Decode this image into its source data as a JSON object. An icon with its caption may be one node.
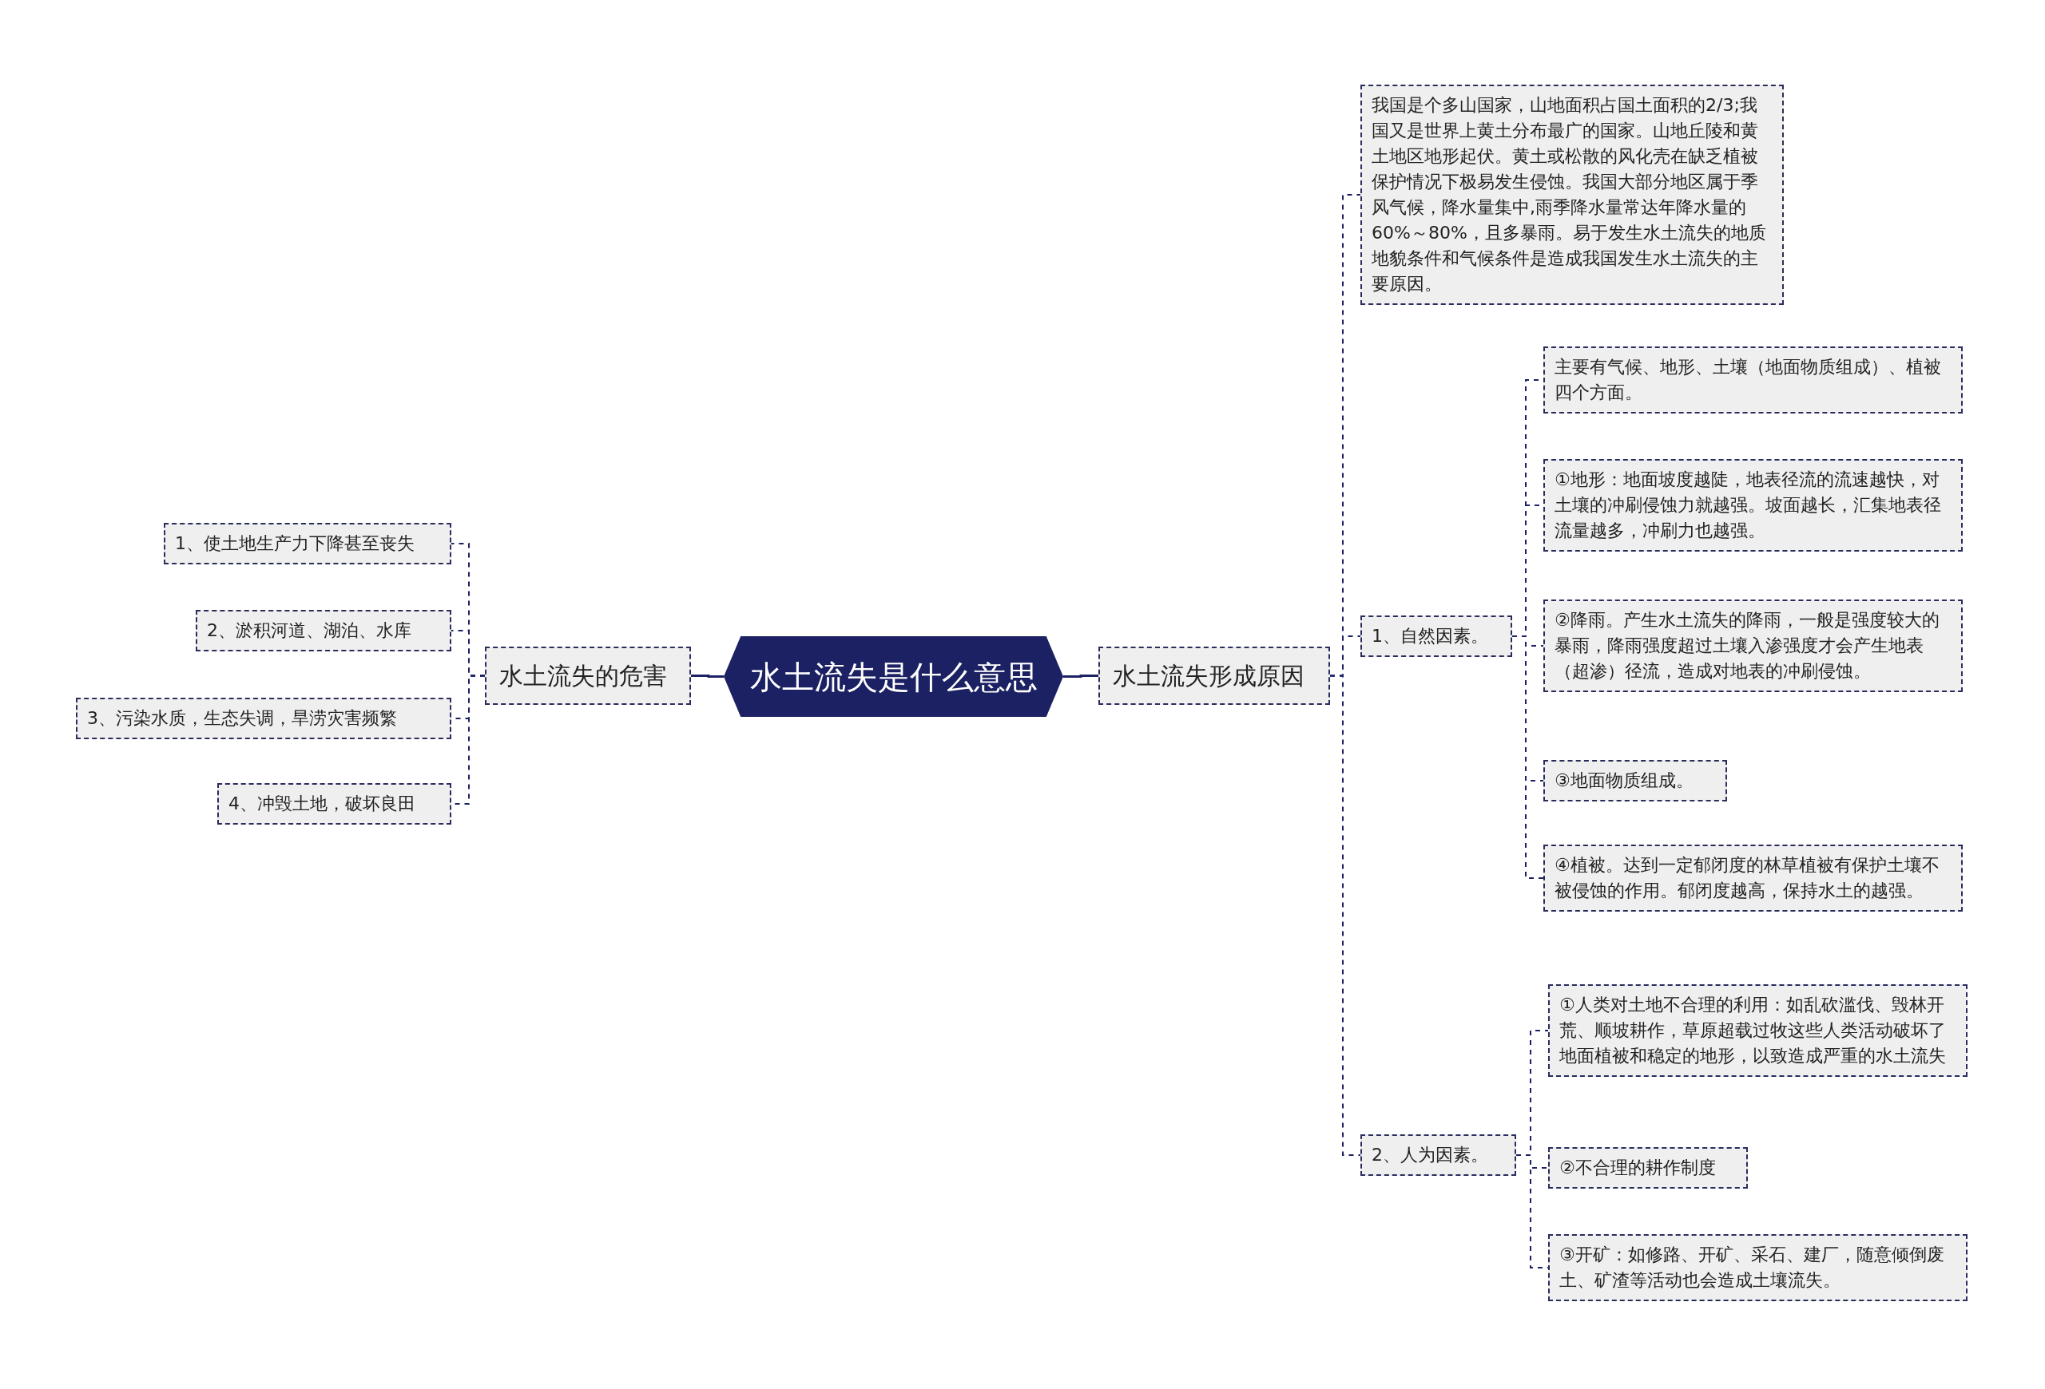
{
  "diagram": {
    "nodes": [
      {
        "text": [
          "水土流失是什么意思"
        ]
      },
      {
        "text": [
          "水土流失形成原因"
        ]
      },
      {
        "text": [
          "我国是个多山国家，山地面积占国土面积的2/3;我国又是世界上黄土分布最广的国家。山地丘陵和黄土地区地形起伏。黄土或松散的风化壳在缺乏植被保护情况下极易发生侵蚀。我国大部分地区属于季风气候，降水量集中,雨季降水量常达年降水量的60%～80%，且多暴雨。易于发生水土流失的地质地貌条件和气候条件是造成我国发生水土流失的主要原因。"
        ]
      },
      {
        "text": [
          "1、自然因素。"
        ]
      },
      {
        "text": [
          "主要有气候、地形、土壤（地面物质组成）、植被四个方面。"
        ]
      },
      {
        "text": [
          "①地形：地面坡度越陡，地表径流的流速越快，对土壤的冲刷侵蚀力就越强。坡面越长，汇集地表径流量越多，冲刷力也越强。"
        ]
      },
      {
        "text": [
          "②降雨。产生水土流失的降雨，一般是强度较大的暴雨，降雨强度超过土壤入渗强度才会产生地表（超渗）径流，造成对地表的冲刷侵蚀。"
        ]
      },
      {
        "text": [
          "③地面物质组成。"
        ]
      },
      {
        "text": [
          "④植被。达到一定郁闭度的林草植被有保护土壤不被侵蚀的作用。郁闭度越高，保持水土的越强。"
        ]
      },
      {
        "text": [
          "2、人为因素。"
        ]
      },
      {
        "text": [
          "①人类对土地不合理的利用：如乱砍滥伐、毁林开荒、顺坡耕作，草原超载过牧这些人类活动破坏了地面植被和稳定的地形，以致造成严重的水土流失"
        ]
      },
      {
        "text": [
          "②不合理的耕作制度"
        ]
      },
      {
        "text": [
          "③开矿：如修路、开矿、采石、建厂，随意倾倒废土、矿渣等活动也会造成土壤流失。"
        ]
      },
      {
        "text": [
          "水土流失的危害"
        ]
      },
      {
        "text": [
          "1、使土地生产力下降甚至丧失"
        ]
      },
      {
        "text": [
          "2、淤积河道、湖泊、水库"
        ]
      },
      {
        "text": [
          "3、污染水质，生态失调，旱涝灾害频繁"
        ]
      },
      {
        "text": [
          "4、冲毁土地，破坏良田"
        ]
      }
    ],
    "edges": [
      {
        "from": 0,
        "to": 1,
        "arrow": "none"
      },
      {
        "from": 1,
        "to": 2,
        "arrow": "none",
        "style": "dashed"
      },
      {
        "from": 1,
        "to": 3,
        "arrow": "none",
        "style": "dashed"
      },
      {
        "from": 1,
        "to": 9,
        "arrow": "none",
        "style": "dashed"
      },
      {
        "from": 3,
        "to": 4,
        "arrow": "none",
        "style": "dashed"
      },
      {
        "from": 3,
        "to": 5,
        "arrow": "none",
        "style": "dashed"
      },
      {
        "from": 3,
        "to": 6,
        "arrow": "none",
        "style": "dashed"
      },
      {
        "from": 3,
        "to": 7,
        "arrow": "none",
        "style": "dashed"
      },
      {
        "from": 3,
        "to": 8,
        "arrow": "none",
        "style": "dashed"
      },
      {
        "from": 9,
        "to": 10,
        "arrow": "none",
        "style": "dashed"
      },
      {
        "from": 9,
        "to": 11,
        "arrow": "none",
        "style": "dashed"
      },
      {
        "from": 9,
        "to": 12,
        "arrow": "none",
        "style": "dashed"
      },
      {
        "from": 0,
        "to": 13,
        "arrow": "none"
      },
      {
        "from": 13,
        "to": 14,
        "arrow": "none",
        "style": "dashed"
      },
      {
        "from": 13,
        "to": 15,
        "arrow": "none",
        "style": "dashed"
      },
      {
        "from": 13,
        "to": 16,
        "arrow": "none",
        "style": "dashed"
      },
      {
        "from": 13,
        "to": 17,
        "arrow": "none",
        "style": "dashed"
      }
    ]
  }
}
